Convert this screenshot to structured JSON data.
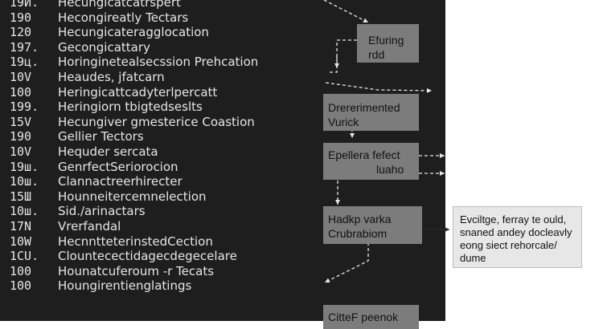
{
  "rows": [
    {
      "num": "19И.",
      "label": "Hecungicatcatrspert"
    },
    {
      "num": "190",
      "label": "Hecongireatly Tectars"
    },
    {
      "num": "120",
      "label": "Hecungicateragglocation"
    },
    {
      "num": "197.",
      "label": "Gecongicattary"
    },
    {
      "num": "19ц.",
      "label": "Horinginetealsecssion Prehcation"
    },
    {
      "num": "10V",
      "label": "Heaudes, jfatcarn"
    },
    {
      "num": "100",
      "label": "Heringicattcadyterlpercatt"
    },
    {
      "num": "199.",
      "label": "Heringiorn tbigtedseslts"
    },
    {
      "num": "15V",
      "label": "Hecungiver gmesterice Coastion"
    },
    {
      "num": "190",
      "label": "Gellier Tectors"
    },
    {
      "num": "10V",
      "label": "Hequder sercata"
    },
    {
      "num": "19ш.",
      "label": "GenrfectSeriorocion"
    },
    {
      "num": "10ш.",
      "label": "Clannactreerhirecter"
    },
    {
      "num": "15Ш",
      "label": "Hounneitercemnelection"
    },
    {
      "num": "10ш.",
      "label": "Sid./arinactars"
    },
    {
      "num": "17N",
      "label": "Vrerfandal"
    },
    {
      "num": "10W",
      "label": "HecnntteterinstedCection"
    },
    {
      "num": "1CU.",
      "label": "Clountecectidagecdegecelare"
    },
    {
      "num": "100",
      "label": "Hounatcuferoum -r Tecats"
    },
    {
      "num": "100",
      "label": "Houngirentienglatings"
    }
  ],
  "boxes": [
    {
      "id": "box-efuring",
      "lines": [
        "Efuring",
        "rdd"
      ]
    },
    {
      "id": "box-drererimented",
      "lines": [
        "Drererimented",
        "Vurick"
      ]
    },
    {
      "id": "box-epellera",
      "lines": [
        "Epellera fefect",
        "luaho"
      ]
    },
    {
      "id": "box-hadkep",
      "lines": [
        "Hadkр varka",
        "Crubrabiom"
      ]
    },
    {
      "id": "box-cittl",
      "lines": [
        "CitteF peenok"
      ]
    }
  ],
  "note": {
    "lines": [
      "Evciltge, ferray te ould,",
      "snaned andey docleavly",
      "eong siect rehorcale/",
      "dume"
    ]
  }
}
